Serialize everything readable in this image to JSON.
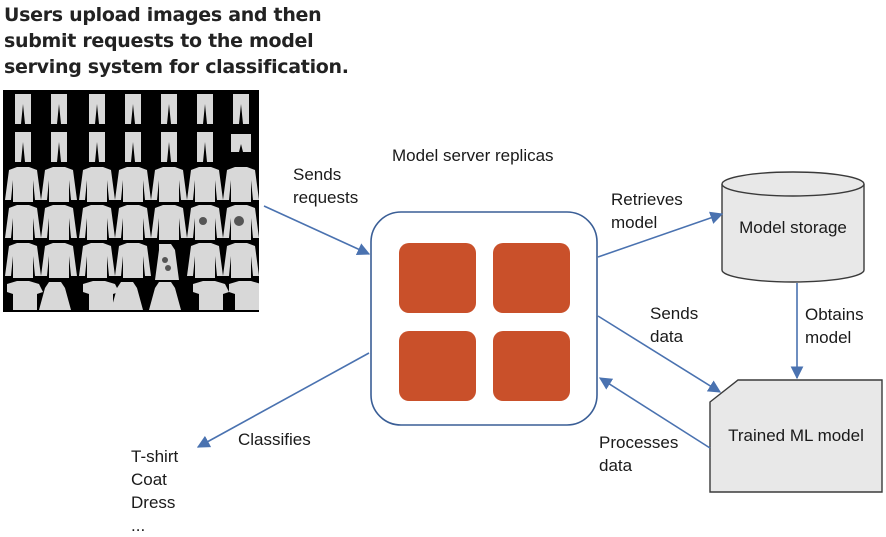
{
  "title": "Users upload images and then submit requests to the model serving system for classification.",
  "labels": {
    "sends_requests": [
      "Sends",
      "requests"
    ],
    "model_server_replicas": "Model server replicas",
    "retrieves_model": [
      "Retrieves",
      "model"
    ],
    "model_storage": "Model storage",
    "obtains_model": [
      "Obtains",
      "model"
    ],
    "sends_data": [
      "Sends",
      "data"
    ],
    "trained_ml_model": "Trained ML model",
    "processes_data": [
      "Processes",
      "data"
    ],
    "classifies": "Classifies"
  },
  "output_classes": [
    "T-shirt",
    "Coat",
    "Dress",
    "..."
  ],
  "colors": {
    "accent_blue": "#4a72b0",
    "replica_orange": "#c9502a",
    "box_gray": "#e8e8e8",
    "outline": "#3a3a3a"
  }
}
